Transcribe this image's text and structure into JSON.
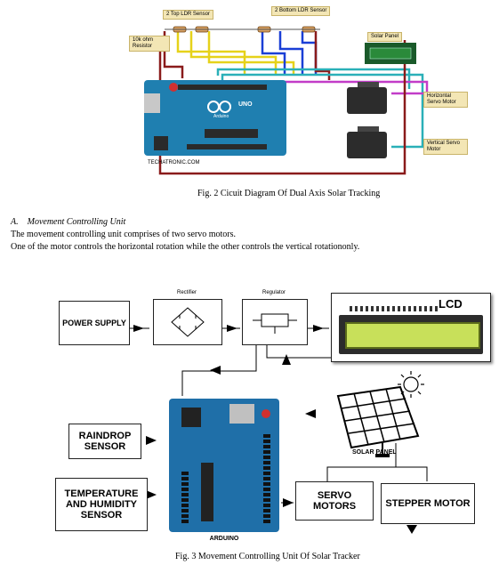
{
  "fig2": {
    "labels": {
      "top_ldr": "2 Top LDR Sensor",
      "bottom_ldr": "2 Bottom LDR Sensor",
      "resistor": "10k ohm Resistor",
      "solar_panel": "Solar Panel",
      "horizontal_servo": "Horizontal Servo Motor",
      "vertical_servo": "Vertical Servo Motor",
      "brand": "TECHATRONIC.COM",
      "board_text": "UNO",
      "board_brand": "Arduino"
    },
    "caption": "Fig. 2 Cicuit Diagram Of Dual Axis Solar Tracking"
  },
  "section": {
    "heading_num": "A.",
    "heading_text": "Movement Controlling Unit",
    "line1": "The movement controlling unit comprises of two servo motors.",
    "line2": "One of the motor controls the horizontal rotation while the other controls the vertical rotationonly."
  },
  "fig3": {
    "blocks": {
      "power_supply": "POWER SUPPLY",
      "rectifier": "Rectifier",
      "regulator": "Regulator",
      "lcd": "LCD",
      "raindrop": "RAINDROP SENSOR",
      "temp_humidity": "TEMPERATURE AND HUMIDITY SENSOR",
      "servo": "SERVO MOTORS",
      "stepper": "STEPPER MOTOR",
      "solar_panel": "SOLAR PANEL",
      "arduino": "ARDUINO"
    },
    "caption": "Fig. 3 Movement Controlling Unit Of Solar Tracker"
  }
}
